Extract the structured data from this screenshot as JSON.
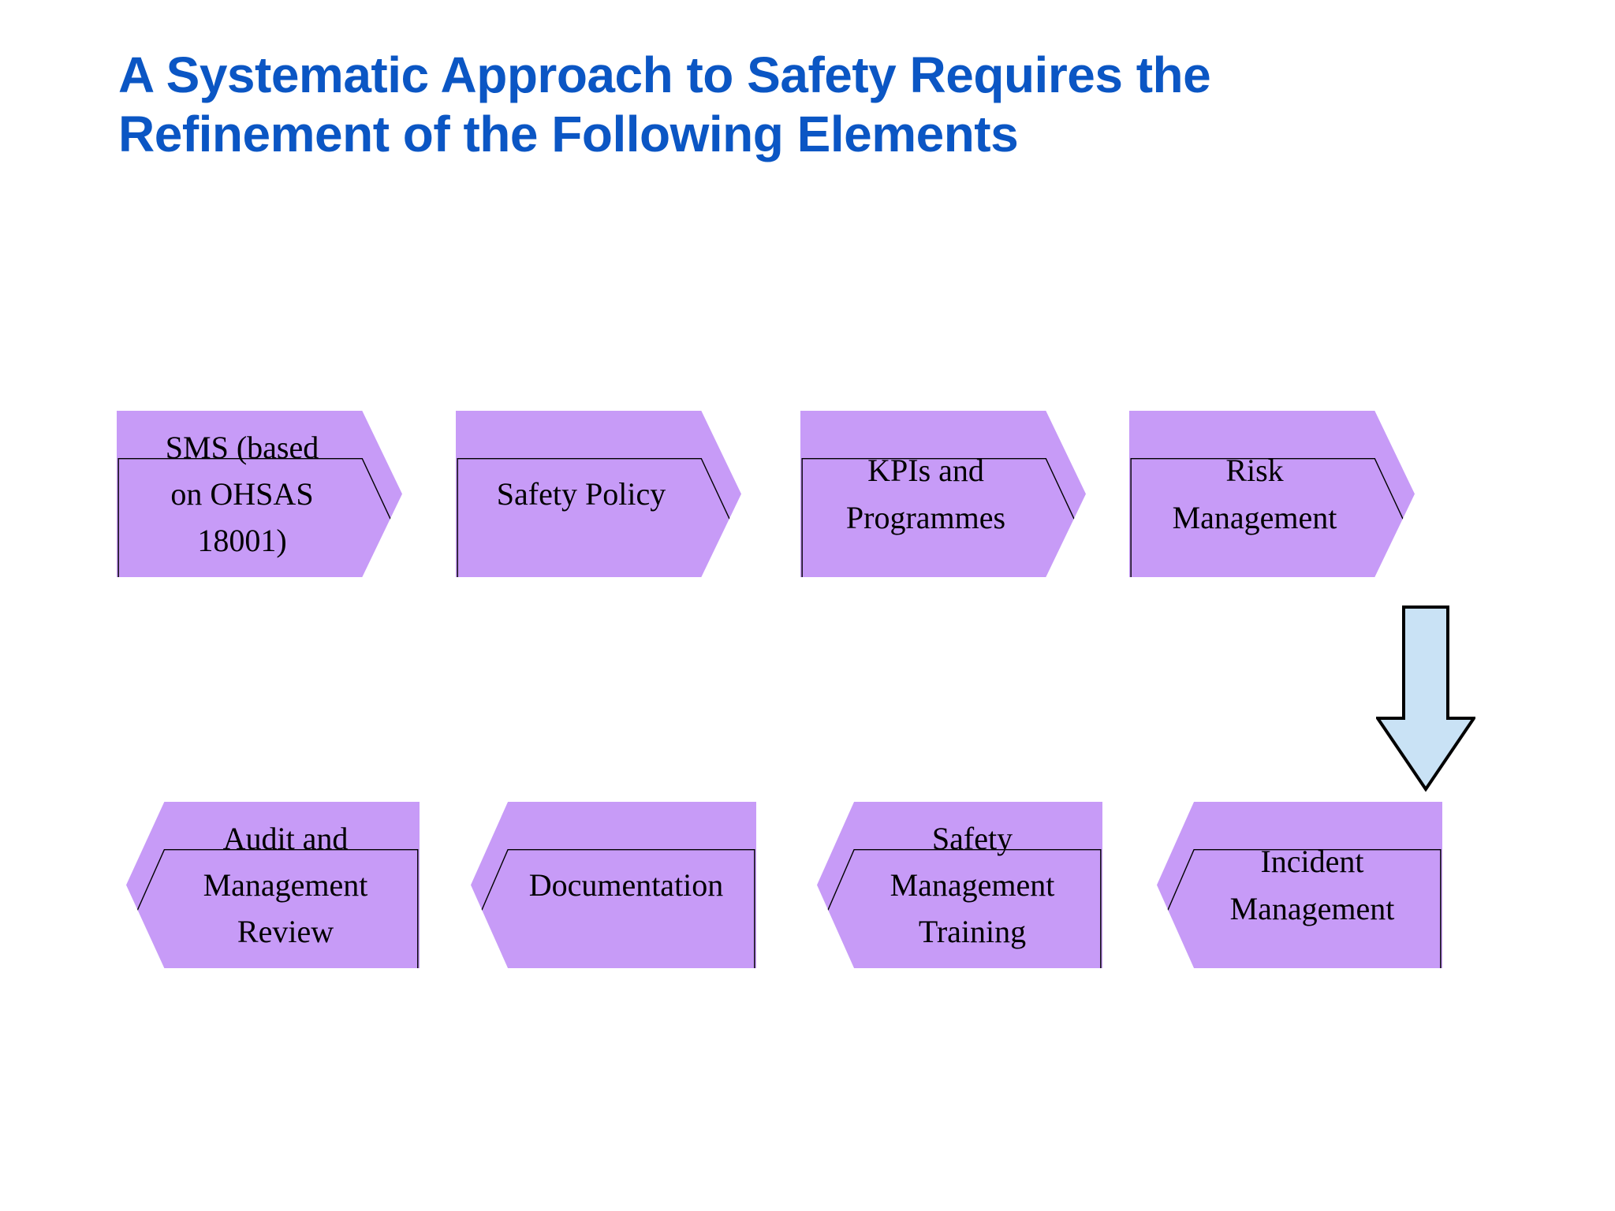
{
  "slide": {
    "title": "A Systematic Approach to Safety Requires the\nRefinement of the Following Elements",
    "title_color": "#0B56C4",
    "background_color": "#FFFFFF"
  },
  "diagram": {
    "box_fill_color": "#C79BF7",
    "box_border_color": "#000000",
    "arrow_fill_color": "#C9E2F5",
    "arrow_border_color": "#000000",
    "top_row": [
      {
        "label": "SMS (based\non OHSAS\n18001)"
      },
      {
        "label": "Safety Policy"
      },
      {
        "label": "KPIs and\nProgrammes"
      },
      {
        "label": "Risk\nManagement"
      }
    ],
    "bottom_row": [
      {
        "label": "Audit and\nManagement\nReview"
      },
      {
        "label": "Documentation"
      },
      {
        "label": "Safety\nManagement\nTraining"
      },
      {
        "label": "Incident\nManagement"
      }
    ],
    "flow_arrow": {
      "name": "down-arrow",
      "direction": "down"
    }
  }
}
